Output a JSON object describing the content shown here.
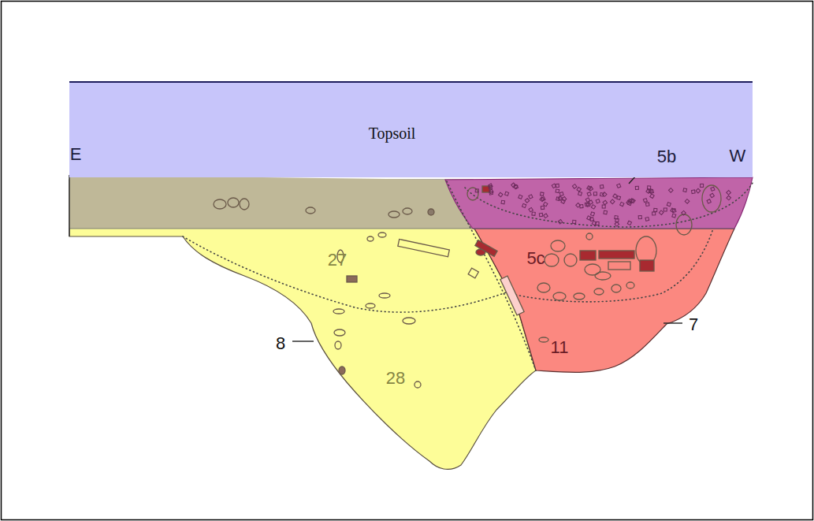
{
  "diagram": {
    "nodes": [
      {
        "text": [
          "Topsoil"
        ]
      }
    ],
    "labels": [
      "E",
      "W",
      "5b",
      "5c",
      "27",
      "28",
      "11",
      "8",
      "7"
    ]
  }
}
